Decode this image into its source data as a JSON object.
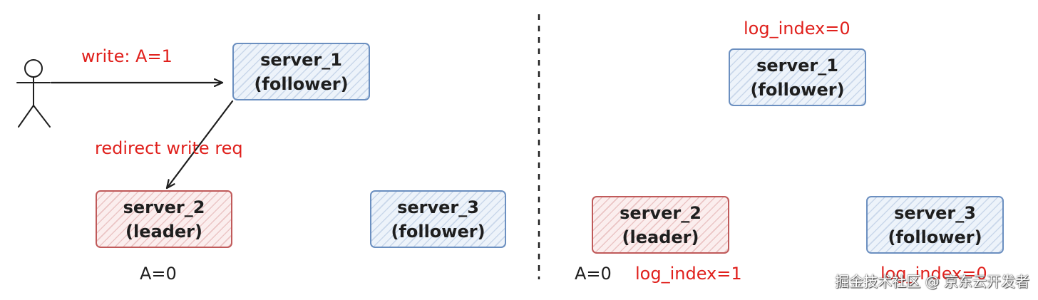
{
  "left_panel": {
    "write_label": "write: A=1",
    "redirect_label": "redirect write req",
    "server_1": {
      "name": "server_1",
      "role": "(follower)"
    },
    "server_2": {
      "name": "server_2",
      "role": "(leader)"
    },
    "server_3": {
      "name": "server_3",
      "role": "(follower)"
    },
    "server_2_value": "A=0"
  },
  "right_panel": {
    "server_1": {
      "name": "server_1",
      "role": "(follower)",
      "log_index": "log_index=0"
    },
    "server_2": {
      "name": "server_2",
      "role": "(leader)",
      "log_index": "log_index=1"
    },
    "server_3": {
      "name": "server_3",
      "role": "(follower)",
      "log_index": "log_index=0"
    },
    "server_2_value": "A=0"
  },
  "watermark": "掘金技术社区 @ 京东云开发者",
  "colors": {
    "annotation": "#e0201c",
    "follower_border": "#6b8fc0",
    "leader_border": "#c05a5a",
    "stroke": "#1e1e1e"
  }
}
